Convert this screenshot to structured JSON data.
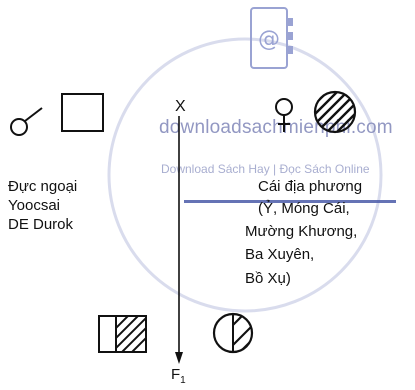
{
  "watermark": {
    "site": "downloadsachmienphi.com",
    "tagline": "Download Sách Hay | Đọc Sách Online",
    "logo_icon": "address-book-at-icon"
  },
  "cross": {
    "operator": "X",
    "offspring_label": "F",
    "offspring_sub": "1"
  },
  "male_parent": {
    "symbol_icon": "male-symbol-icon",
    "phenotype_icon": "white-square-icon",
    "breed_lines": [
      "Đực ngoại",
      "Yoocsai",
      "DE Durok"
    ]
  },
  "female_parent": {
    "symbol_icon": "female-symbol-icon",
    "phenotype_icon": "hatched-circle-icon",
    "breed_lines": [
      "Cái địa phương",
      "(Ỷ, Móng Cái,",
      "Mường Khương,",
      "Ba Xuyên,",
      "Bồ Xụ)"
    ]
  },
  "offspring": {
    "male_icon": "half-hatched-square-icon",
    "female_icon": "half-hatched-circle-icon"
  },
  "colors": {
    "ink": "#111111",
    "watermark": "#7f86b8",
    "watermark_line": "#4a5aa8"
  }
}
